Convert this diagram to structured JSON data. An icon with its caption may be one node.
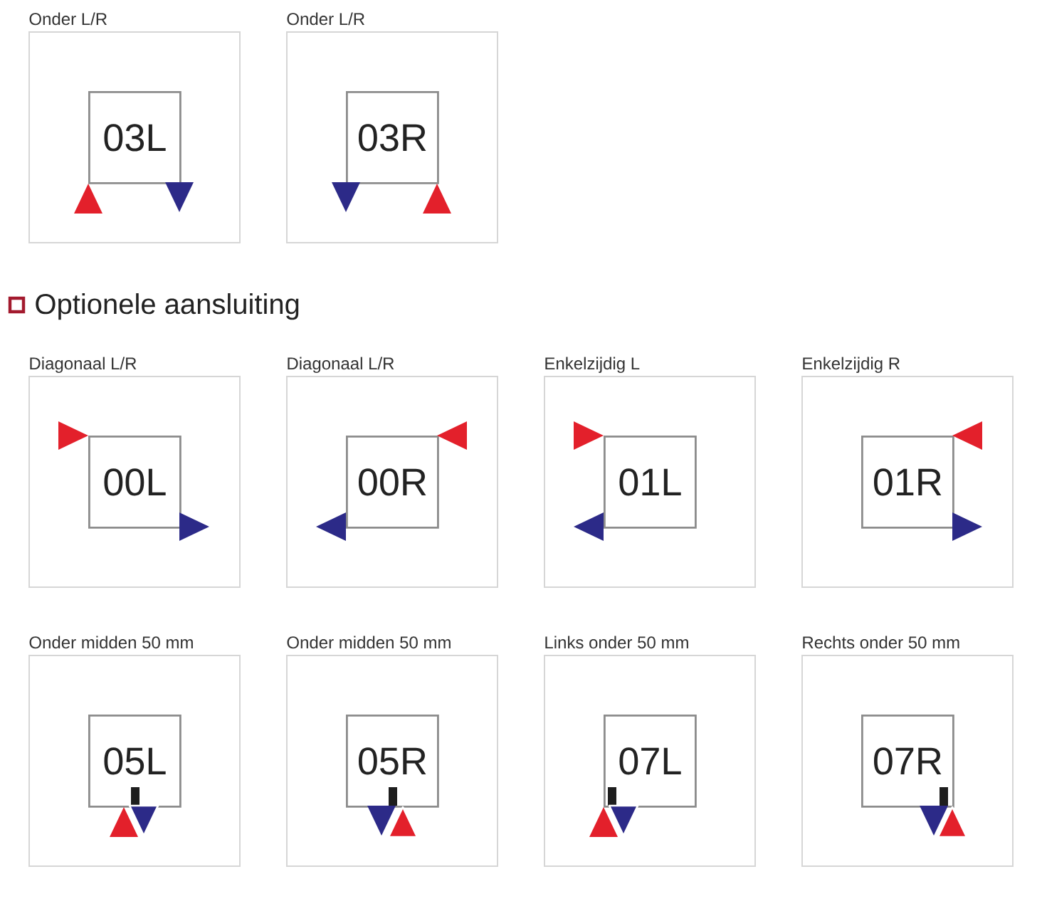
{
  "diagram": {
    "nodes": [
      {
        "text": [
          "Onder L/R"
        ]
      },
      {
        "text": [
          "03L"
        ],
        "in": 0
      },
      {
        "text": [
          "Onder L/R"
        ]
      },
      {
        "text": [
          "03R"
        ],
        "in": 2
      },
      {
        "text": [
          "Diagonaal L/R"
        ]
      },
      {
        "text": [
          "00L"
        ],
        "in": 4
      },
      {
        "text": [
          "Diagonaal L/R"
        ]
      },
      {
        "text": [
          "00R"
        ],
        "in": 6
      },
      {
        "text": [
          "Enkelzijdig L"
        ]
      },
      {
        "text": [
          "01L"
        ],
        "in": 8
      },
      {
        "text": [
          "Enkelzijdig R"
        ]
      },
      {
        "text": [
          "01R"
        ],
        "in": 10
      },
      {
        "text": [
          "Onder midden 50 mm"
        ]
      },
      {
        "text": [
          "05L"
        ],
        "in": 12
      },
      {
        "text": [
          "Onder midden 50 mm"
        ]
      },
      {
        "text": [
          "05R"
        ],
        "in": 14
      },
      {
        "text": [
          "Links onder 50 mm"
        ]
      },
      {
        "text": [
          "07L"
        ],
        "in": 16
      },
      {
        "text": [
          "Rechts onder 50 mm"
        ]
      },
      {
        "text": [
          "07R"
        ],
        "in": 18
      }
    ],
    "labels": [
      "Optionele aansluiting"
    ]
  }
}
